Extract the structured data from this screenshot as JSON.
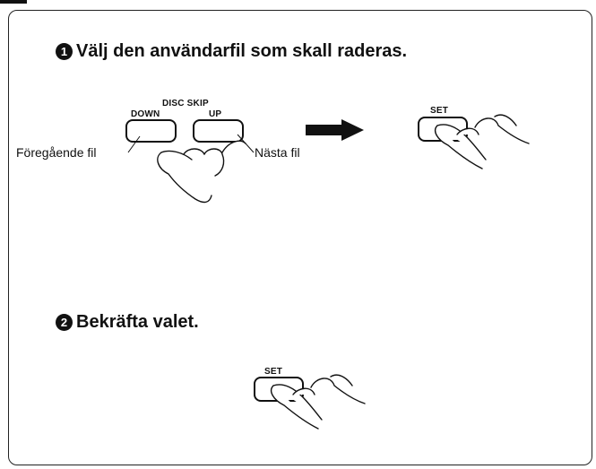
{
  "step1": {
    "number": "1",
    "text": "Välj den användarfil som skall raderas."
  },
  "step2": {
    "number": "2",
    "text": "Bekräfta valet."
  },
  "buttons": {
    "group_label": "DISC SKIP",
    "down_label": "DOWN",
    "up_label": "UP",
    "set_label": "SET"
  },
  "callouts": {
    "previous_file": "Föregående fil",
    "next_file": "Nästa fil"
  },
  "colors": {
    "ink": "#111111",
    "background": "#ffffff"
  },
  "icons": [
    "arrow-right-icon",
    "pressing-hand-icon"
  ]
}
